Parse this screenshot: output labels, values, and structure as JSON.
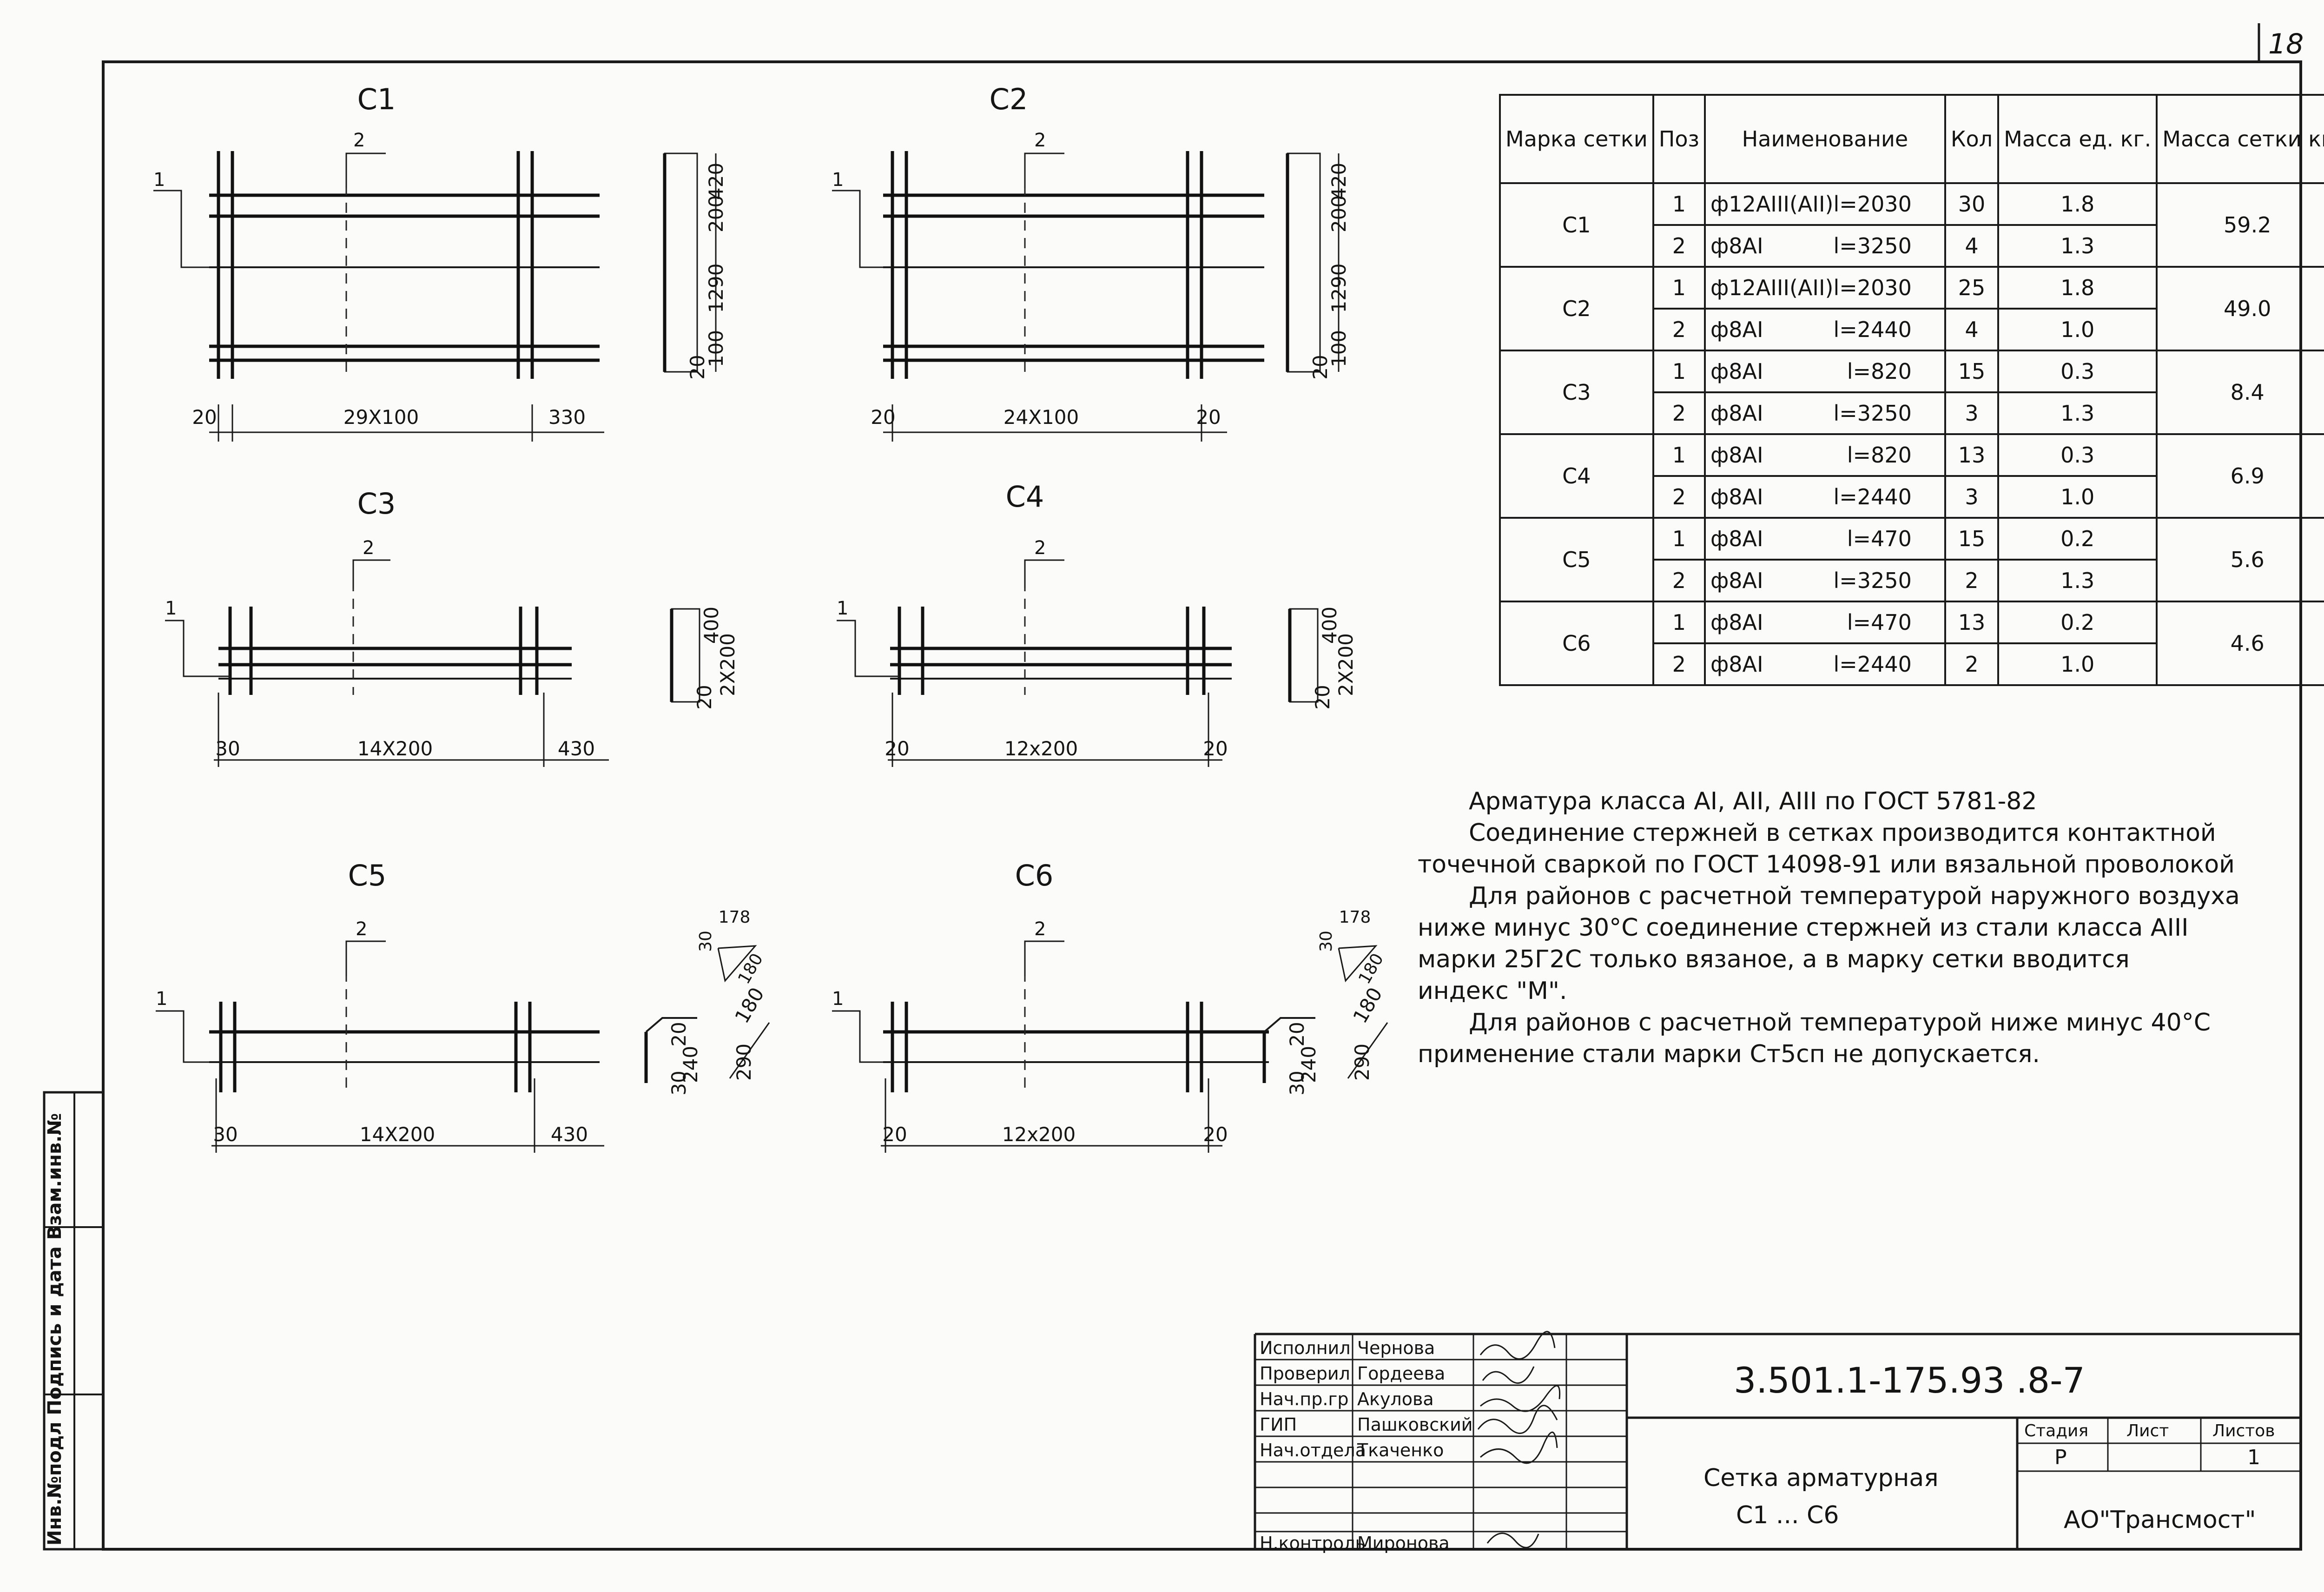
{
  "page_number": "18",
  "drawings": {
    "C1": {
      "label": "С1",
      "pos1": "1",
      "pos2": "2",
      "span": "29X100",
      "left": "20",
      "right": "330",
      "sec_dims": [
        "420",
        "200",
        "1290",
        "100",
        "20"
      ]
    },
    "C2": {
      "label": "С2",
      "pos1": "1",
      "pos2": "2",
      "span": "24X100",
      "left": "20",
      "right": "20",
      "sec_dims": [
        "420",
        "200",
        "1290",
        "100",
        "20"
      ]
    },
    "C3": {
      "label": "С3",
      "pos1": "1",
      "pos2": "2",
      "span": "14X200",
      "left": "30",
      "right": "430",
      "sec_dims": [
        "400",
        "2X200",
        "20"
      ]
    },
    "C4": {
      "label": "С4",
      "pos1": "1",
      "pos2": "2",
      "span": "12x200",
      "left": "20",
      "right": "20",
      "sec_dims": [
        "400",
        "2X200",
        "20"
      ]
    },
    "C5": {
      "label": "С5",
      "pos1": "1",
      "pos2": "2",
      "span": "14X200",
      "left": "30",
      "right": "430",
      "sec_dims": [
        "240",
        "290",
        "180",
        "30",
        "20"
      ],
      "bend": [
        "178",
        "30",
        "180"
      ]
    },
    "C6": {
      "label": "С6",
      "pos1": "1",
      "pos2": "2",
      "span": "12x200",
      "left": "20",
      "right": "20",
      "sec_dims": [
        "240",
        "290",
        "180",
        "30",
        "20"
      ],
      "bend": [
        "178",
        "30",
        "180"
      ]
    }
  },
  "spec_table": {
    "headers": {
      "mark": "Марка сетки",
      "pos": "Поз",
      "name": "Наименование",
      "kol": "Кол",
      "mass_unit": "Масса ед. кг.",
      "mass_total": "Масса сетки кг"
    },
    "groups": [
      {
        "mark": "С1",
        "total": "59.2",
        "rows": [
          {
            "pos": "1",
            "name": "ф12АIII(АII)",
            "len": "l=2030",
            "kol": "30",
            "mass": "1.8"
          },
          {
            "pos": "2",
            "name": "ф8АI",
            "len": "l=3250",
            "kol": "4",
            "mass": "1.3"
          }
        ]
      },
      {
        "mark": "С2",
        "total": "49.0",
        "rows": [
          {
            "pos": "1",
            "name": "ф12АIII(АII)",
            "len": "l=2030",
            "kol": "25",
            "mass": "1.8"
          },
          {
            "pos": "2",
            "name": "ф8АI",
            "len": "l=2440",
            "kol": "4",
            "mass": "1.0"
          }
        ]
      },
      {
        "mark": "С3",
        "total": "8.4",
        "rows": [
          {
            "pos": "1",
            "name": "ф8АI",
            "len": "l=820",
            "kol": "15",
            "mass": "0.3"
          },
          {
            "pos": "2",
            "name": "ф8АI",
            "len": "l=3250",
            "kol": "3",
            "mass": "1.3"
          }
        ]
      },
      {
        "mark": "С4",
        "total": "6.9",
        "rows": [
          {
            "pos": "1",
            "name": "ф8АI",
            "len": "l=820",
            "kol": "13",
            "mass": "0.3"
          },
          {
            "pos": "2",
            "name": "ф8АI",
            "len": "l=2440",
            "kol": "3",
            "mass": "1.0"
          }
        ]
      },
      {
        "mark": "С5",
        "total": "5.6",
        "rows": [
          {
            "pos": "1",
            "name": "ф8АI",
            "len": "l=470",
            "kol": "15",
            "mass": "0.2"
          },
          {
            "pos": "2",
            "name": "ф8АI",
            "len": "l=3250",
            "kol": "2",
            "mass": "1.3"
          }
        ]
      },
      {
        "mark": "С6",
        "total": "4.6",
        "rows": [
          {
            "pos": "1",
            "name": "ф8АI",
            "len": "l=470",
            "kol": "13",
            "mass": "0.2"
          },
          {
            "pos": "2",
            "name": "ф8АI",
            "len": "l=2440",
            "kol": "2",
            "mass": "1.0"
          }
        ]
      }
    ]
  },
  "notes": [
    "Арматура класса АI, АII, АIII по ГОСТ 5781-82",
    "Соединение стержней в сетках производится контактной",
    "точечной сваркой по ГОСТ 14098-91 или вязальной проволокой",
    "Для районов с расчетной температурой наружного воздуха",
    "ниже минус 30°С соединение стержней из стали класса АIII",
    "марки 25Г2С только вязаное, а в марку сетки вводится",
    "индекс \"М\".",
    "Для районов с расчетной температурой ниже минус 40°С",
    "применение стали марки Ст5сп не допускается."
  ],
  "title_block": {
    "roles": [
      "Исполнил",
      "Проверил",
      "Нач.пр.гр",
      "ГИП",
      "Нач.отдела",
      "Н.контроль"
    ],
    "names": [
      "Чернова",
      "Гордеева",
      "Акулова",
      "Пашковский",
      "Ткаченко",
      "Миронова"
    ],
    "code": "3.501.1-175.93 .8-7",
    "title_line1": "Сетка арматурная",
    "title_line2": "С1 ... С6",
    "stage_header": "Стадия",
    "sheet_header": "Лист",
    "sheets_header": "Листов",
    "stage": "Р",
    "sheets": "1",
    "org": "АО\"Трансмост\""
  },
  "side_stamp": "Инв.№подл Подпись и дата Взам.инв.№"
}
